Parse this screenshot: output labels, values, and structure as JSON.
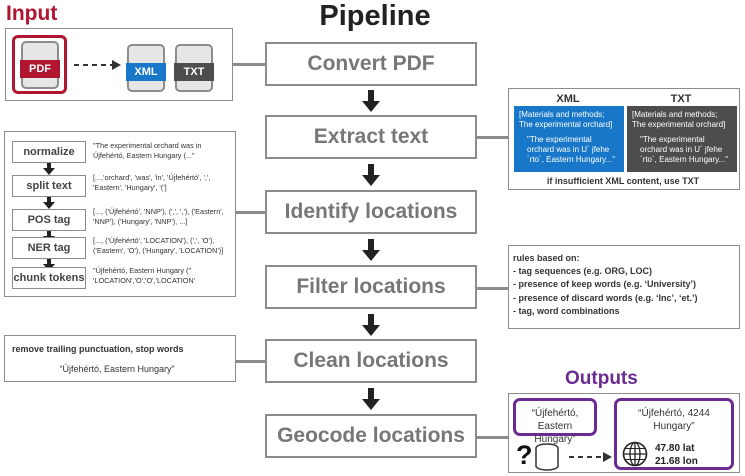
{
  "headings": {
    "input": "Input",
    "pipeline": "Pipeline",
    "outputs": "Outputs"
  },
  "input": {
    "source_label": "PDF",
    "formats": [
      "XML",
      "TXT"
    ]
  },
  "stages": [
    "Convert PDF",
    "Extract text",
    "Identify locations",
    "Filter locations",
    "Clean locations",
    "Geocode locations"
  ],
  "extract": {
    "xml": {
      "heading": "XML",
      "meta": "[Materials and methods; The experimental orchard]",
      "quote": "\"The experimental orchard was in U´ jfehe´rto´, Eastern Hungary...\""
    },
    "txt": {
      "heading": "TXT",
      "meta": "[Materials and methods; The experimental orchard]",
      "quote": "\"The experimental orchard was in U´ jfehe´rto´, Eastern Hungary...\""
    },
    "footer": "if insufficient XML content, use TXT"
  },
  "identify_steps": [
    {
      "label": "normalize",
      "example": "\"The experimental orchard was in Újfehértó, Eastern Hungary (...\""
    },
    {
      "label": "split text",
      "example": "[...,'orchard', 'was', 'in', 'Újfehértó', ',', 'Eastern', 'Hungary', '(']"
    },
    {
      "label": "POS tag",
      "example": "[..., ('Újfehértó', 'NNP'), (',', ','), ('Eastern', 'NNP'), ('Hungary', 'NNP'), ...]"
    },
    {
      "label": "NER tag",
      "example": "[..., ('Újfehértó', 'LOCATION'), (',', 'O'), ('Eastern', 'O'), ('Hungary', 'LOCATION')]"
    },
    {
      "label": "chunk tokens",
      "example": "\"Újfehértó, Eastern Hungary (\" 'LOCATION','O','O','LOCATION'"
    }
  ],
  "filter": {
    "heading": "rules based on:",
    "rules": [
      "- tag sequences (e.g. ORG, LOC)",
      "- presence of keep words (e.g. ‘University’)",
      "- presence of discard words (e.g. ‘Inc’, ‘et.’)",
      "- tag, word combinations"
    ]
  },
  "clean": {
    "heading": "remove trailing punctuation, stop words",
    "example": "“Újfehértó, Eastern Hungary”"
  },
  "geocode": {
    "query": "“Újfehértó, Eastern Hungary”",
    "unknown_symbol": "?",
    "result_name": "“Újfehértó, 4244 Hungary”",
    "lat": "47.80 lat",
    "lon": "21.68 lon"
  },
  "colors": {
    "input_accent": "#b1152f",
    "outputs_accent": "#6b2c91",
    "xml_blue": "#1877c9",
    "txt_dark": "#4d4d4d",
    "stage_border": "#8c8c8c",
    "arrow": "#222222"
  }
}
